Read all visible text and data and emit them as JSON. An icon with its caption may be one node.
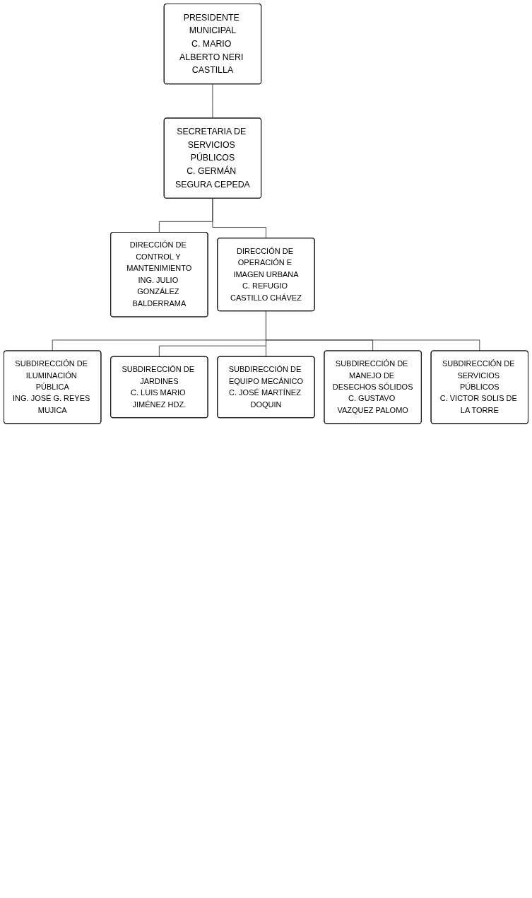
{
  "diagram": {
    "nodes": [
      {
        "text": [
          "PRESIDENTE MUNICIPAL",
          "C. MARIO ALBERTO NERI CASTILLA"
        ]
      },
      {
        "text": [
          "SECRETARIA DE SERVICIOS PÚBLICOS",
          "C. GERMÁN SEGURA CEPEDA"
        ]
      },
      {
        "text": [
          "DIRECCIÓN DE CONTROL Y MANTENIMIENTO",
          "ING. JULIO GONZÁLEZ BALDERRAMA"
        ]
      },
      {
        "text": [
          "DIRECCIÓN DE OPERACIÓN E IMAGEN URBANA",
          "C. REFUGIO CASTILLO CHÁVEZ"
        ]
      },
      {
        "text": [
          "SUBDIRECCIÓN DE ILUMINACIÓN PÚBLICA",
          "ING. JOSÉ G. REYES MUJICA"
        ]
      },
      {
        "text": [
          "SUBDIRECCIÓN DE JARDINES",
          "C. LUIS MARIO JIMÉNEZ HDZ."
        ]
      },
      {
        "text": [
          "SUBDIRECCIÓN DE EQUIPO MECÁNICO",
          "C. JOSÉ MARTÍNEZ DOQUIN"
        ]
      },
      {
        "text": [
          "SUBDIRECCIÓN DE MANEJO DE DESECHOS SÓLIDOS",
          "C. GUSTAVO VAZQUEZ PALOMO"
        ]
      },
      {
        "text": [
          "SUBDIRECCIÓN DE SERVICIOS PÚBLICOS",
          "C. VICTOR SOLIS DE LA TORRE"
        ]
      }
    ],
    "edges": [
      {
        "from": 0,
        "to": 1,
        "arrow": "none"
      },
      {
        "from": 1,
        "to": 2,
        "arrow": "none"
      },
      {
        "from": 1,
        "to": 3,
        "arrow": "none"
      },
      {
        "from": 3,
        "to": 4,
        "arrow": "none"
      },
      {
        "from": 3,
        "to": 5,
        "arrow": "none"
      },
      {
        "from": 3,
        "to": 6,
        "arrow": "none"
      },
      {
        "from": 3,
        "to": 7,
        "arrow": "none"
      },
      {
        "from": 3,
        "to": 8,
        "arrow": "none"
      }
    ]
  }
}
